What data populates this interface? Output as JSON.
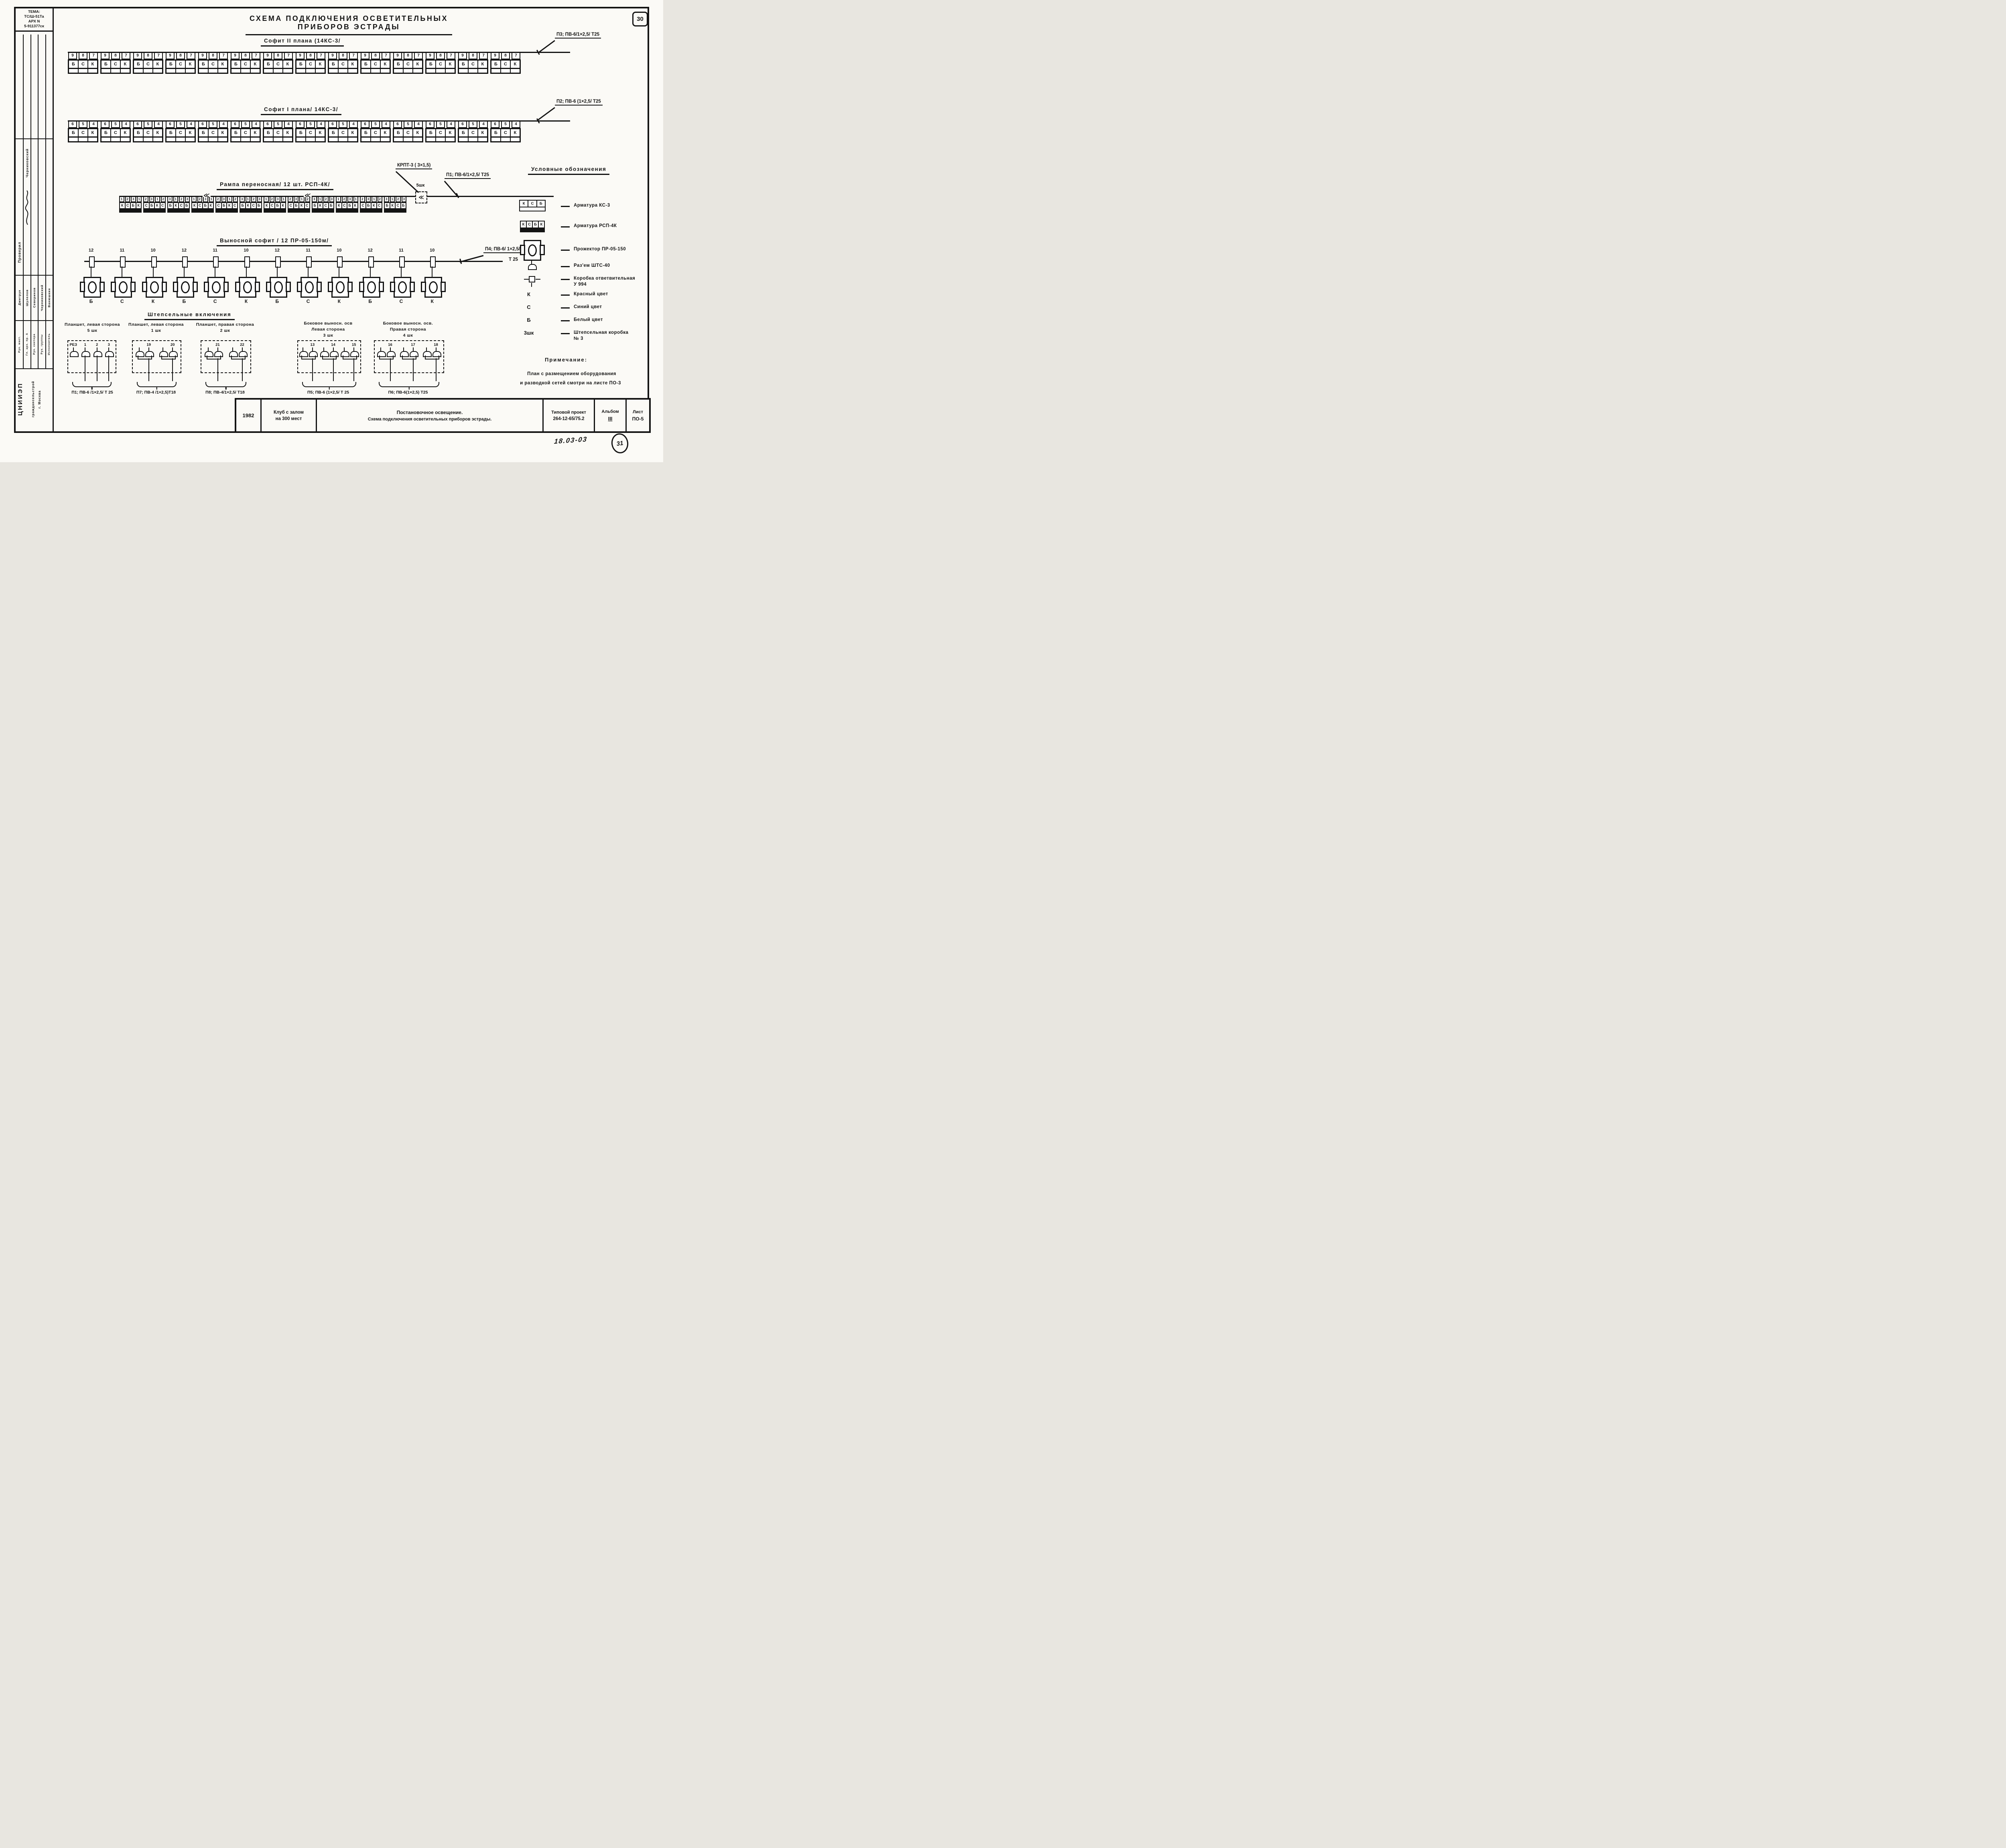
{
  "page": {
    "sheet_badge": "30",
    "handwritten_note": "18.03-03",
    "handwritten_circle": "31"
  },
  "title": "Схема подключения осветительных приборов эстрады",
  "stamp": {
    "tema_lines": [
      "ТЕМА:",
      "ТС/Ш-51Та",
      "АРХ N",
      "5-911377ск"
    ],
    "checked_label": "Проверил",
    "checked_name": "Черниковский",
    "people": [
      {
        "role": "Рук. маст.",
        "name": "Дмитрук"
      },
      {
        "role": "Гл. арх. пр. А",
        "name": "Шулелов"
      },
      {
        "role": "Рук. сектора",
        "name": "Северинов"
      },
      {
        "role": "Рук. группы",
        "name": "Черниковский"
      },
      {
        "role": "Исполнитель",
        "name": "Ванюшкин"
      }
    ],
    "org_line1": "ЦНИИЭП",
    "org_line2": "граждансельстрой",
    "org_line3": "г. Москва"
  },
  "sofit2": {
    "title": "Софит II плана (14КС-3/",
    "cable": "П3; ПВ-6/1×2,5/ Т25",
    "unit_numbers": [
      "9",
      "8",
      "7"
    ],
    "unit_letters": [
      "Б",
      "С",
      "К"
    ],
    "unit_count": 14
  },
  "sofit1": {
    "title": "Софит I плана/ 14КС-3/",
    "cable": "П2; ПВ-6 (1×2,5/ Т25",
    "unit_numbers": [
      "6",
      "5",
      "4"
    ],
    "unit_letters": [
      "Б",
      "С",
      "К"
    ],
    "unit_count": 14
  },
  "rampa": {
    "title": "Рампа переносная/ 12 шт. РСП-4К/",
    "cable_krpt": "КРПТ-3 ( 3×1,5)",
    "cable_p1": "П1; ПВ-6/1×2,5/ Т25",
    "connector_label": "5шк",
    "units": [
      {
        "numbers": "1231",
        "letters": "КСБК"
      },
      {
        "numbers": "2312",
        "letters": "СБКС"
      },
      {
        "numbers": "3123",
        "letters": "БКСБ"
      },
      {
        "numbers": "1231",
        "letters": "КСБК"
      },
      {
        "numbers": "2312",
        "letters": "СБКС"
      },
      {
        "numbers": "3123",
        "letters": "БКСБ"
      },
      {
        "numbers": "1231",
        "letters": "КСБК"
      },
      {
        "numbers": "2312",
        "letters": "СБКС"
      },
      {
        "numbers": "3123",
        "letters": "БКСБ"
      },
      {
        "numbers": "1231",
        "letters": "КСБК"
      },
      {
        "numbers": "2312",
        "letters": "СБКС"
      },
      {
        "numbers": "3123",
        "letters": "БКСБ"
      }
    ]
  },
  "vynos": {
    "title": "Выносной софит / 12 ПР-05-150м/",
    "cable_line1": "П4; ПВ-6/ 1×2,5/",
    "cable_line2": "Т 25",
    "units": [
      {
        "number": "12",
        "letter": "Б"
      },
      {
        "number": "11",
        "letter": "С"
      },
      {
        "number": "10",
        "letter": "К"
      },
      {
        "number": "12",
        "letter": "Б"
      },
      {
        "number": "11",
        "letter": "С"
      },
      {
        "number": "10",
        "letter": "К"
      },
      {
        "number": "12",
        "letter": "Б"
      },
      {
        "number": "11",
        "letter": "С"
      },
      {
        "number": "10",
        "letter": "К"
      },
      {
        "number": "12",
        "letter": "Б"
      },
      {
        "number": "11",
        "letter": "С"
      },
      {
        "number": "10",
        "letter": "К"
      }
    ]
  },
  "plugs": {
    "heading": "Штепсельные включения",
    "groups": [
      {
        "title_lines": [
          "Планшет, левая сторона",
          "5 шк"
        ],
        "units": [
          {
            "type": "single",
            "label": "РЕЗ",
            "lead": false
          },
          {
            "type": "single",
            "label": "1",
            "lead": true
          },
          {
            "type": "single",
            "label": "2",
            "lead": true
          },
          {
            "type": "single",
            "label": "3",
            "lead": true
          }
        ],
        "cable": "П1; ПВ-6 /1×2,5/ Т 25"
      },
      {
        "title_lines": [
          "Планшет, левая сторона",
          "1 шк"
        ],
        "units": [
          {
            "type": "pair",
            "label": "19"
          },
          {
            "type": "pair",
            "label": "20"
          }
        ],
        "cable": "П7; ПВ-4 /1×2,5)Т18"
      },
      {
        "title_lines": [
          "Планшет, правая сторона",
          "2 шк"
        ],
        "units": [
          {
            "type": "pair",
            "label": "21"
          },
          {
            "type": "pair",
            "label": "22"
          }
        ],
        "cable": "П8; ПВ-4/1×2,5/ Т18"
      },
      {
        "title_lines": [
          "Боковое выносн. осв",
          "Левая сторона",
          "3 шк"
        ],
        "units": [
          {
            "type": "pair",
            "label": "13"
          },
          {
            "type": "pair",
            "label": "14"
          },
          {
            "type": "pair",
            "label": "15"
          }
        ],
        "cable": "П5; ПВ-6 (1×2,5/ Т 25"
      },
      {
        "title_lines": [
          "Боковое выносн. осв.",
          "Правая сторона",
          "4 шк"
        ],
        "units": [
          {
            "type": "pair",
            "label": "16"
          },
          {
            "type": "pair",
            "label": "17"
          },
          {
            "type": "pair",
            "label": "18"
          }
        ],
        "cable": "П6; ПВ-6(1×2,5) Т25"
      }
    ]
  },
  "legend": {
    "title": "Условные обозначения",
    "items": [
      {
        "symbol": "armature-ks3",
        "cells": [
          "К",
          "С",
          "Б"
        ],
        "label_lines": [
          "Арматура КС-3"
        ]
      },
      {
        "symbol": "armature-rsp4k",
        "cells": [
          "К",
          "С",
          "Б",
          "К"
        ],
        "label_lines": [
          "Арматура РСП-4К"
        ]
      },
      {
        "symbol": "projector",
        "label_lines": [
          "Прожектор ПР-05-150"
        ]
      },
      {
        "symbol": "plug",
        "label_lines": [
          "Раз'ем ШТС-40"
        ]
      },
      {
        "symbol": "junction-box",
        "label_lines": [
          "Коробка ответвительная",
          "У 994"
        ]
      },
      {
        "symbol": "letter",
        "letter": "К",
        "label_lines": [
          "Красный цвет"
        ]
      },
      {
        "symbol": "letter",
        "letter": "С",
        "label_lines": [
          "Синий цвет"
        ]
      },
      {
        "symbol": "letter",
        "letter": "Б",
        "label_lines": [
          "Белый цвет"
        ]
      },
      {
        "symbol": "letter",
        "letter": "3шк",
        "label_lines": [
          "Штепсельная коробка",
          "№ 3"
        ]
      }
    ]
  },
  "note": {
    "title": "Примечание:",
    "lines": [
      "План с размещением оборудования",
      "и разводкой сетей смотри на листе ПО-3"
    ]
  },
  "titleblock": {
    "year": "1982",
    "object_lines": [
      "Клуб с залом",
      "на 300 мест"
    ],
    "content_lines": [
      "Постановочное освещение.",
      "Схема подключения осветительных приборов эстрады."
    ],
    "project_label": "Типовой проект",
    "project_number": "264-12-65/75.2",
    "album_label": "Альбом",
    "album_value": "III",
    "sheet_label": "Лист",
    "sheet_value": "ПО-5"
  }
}
